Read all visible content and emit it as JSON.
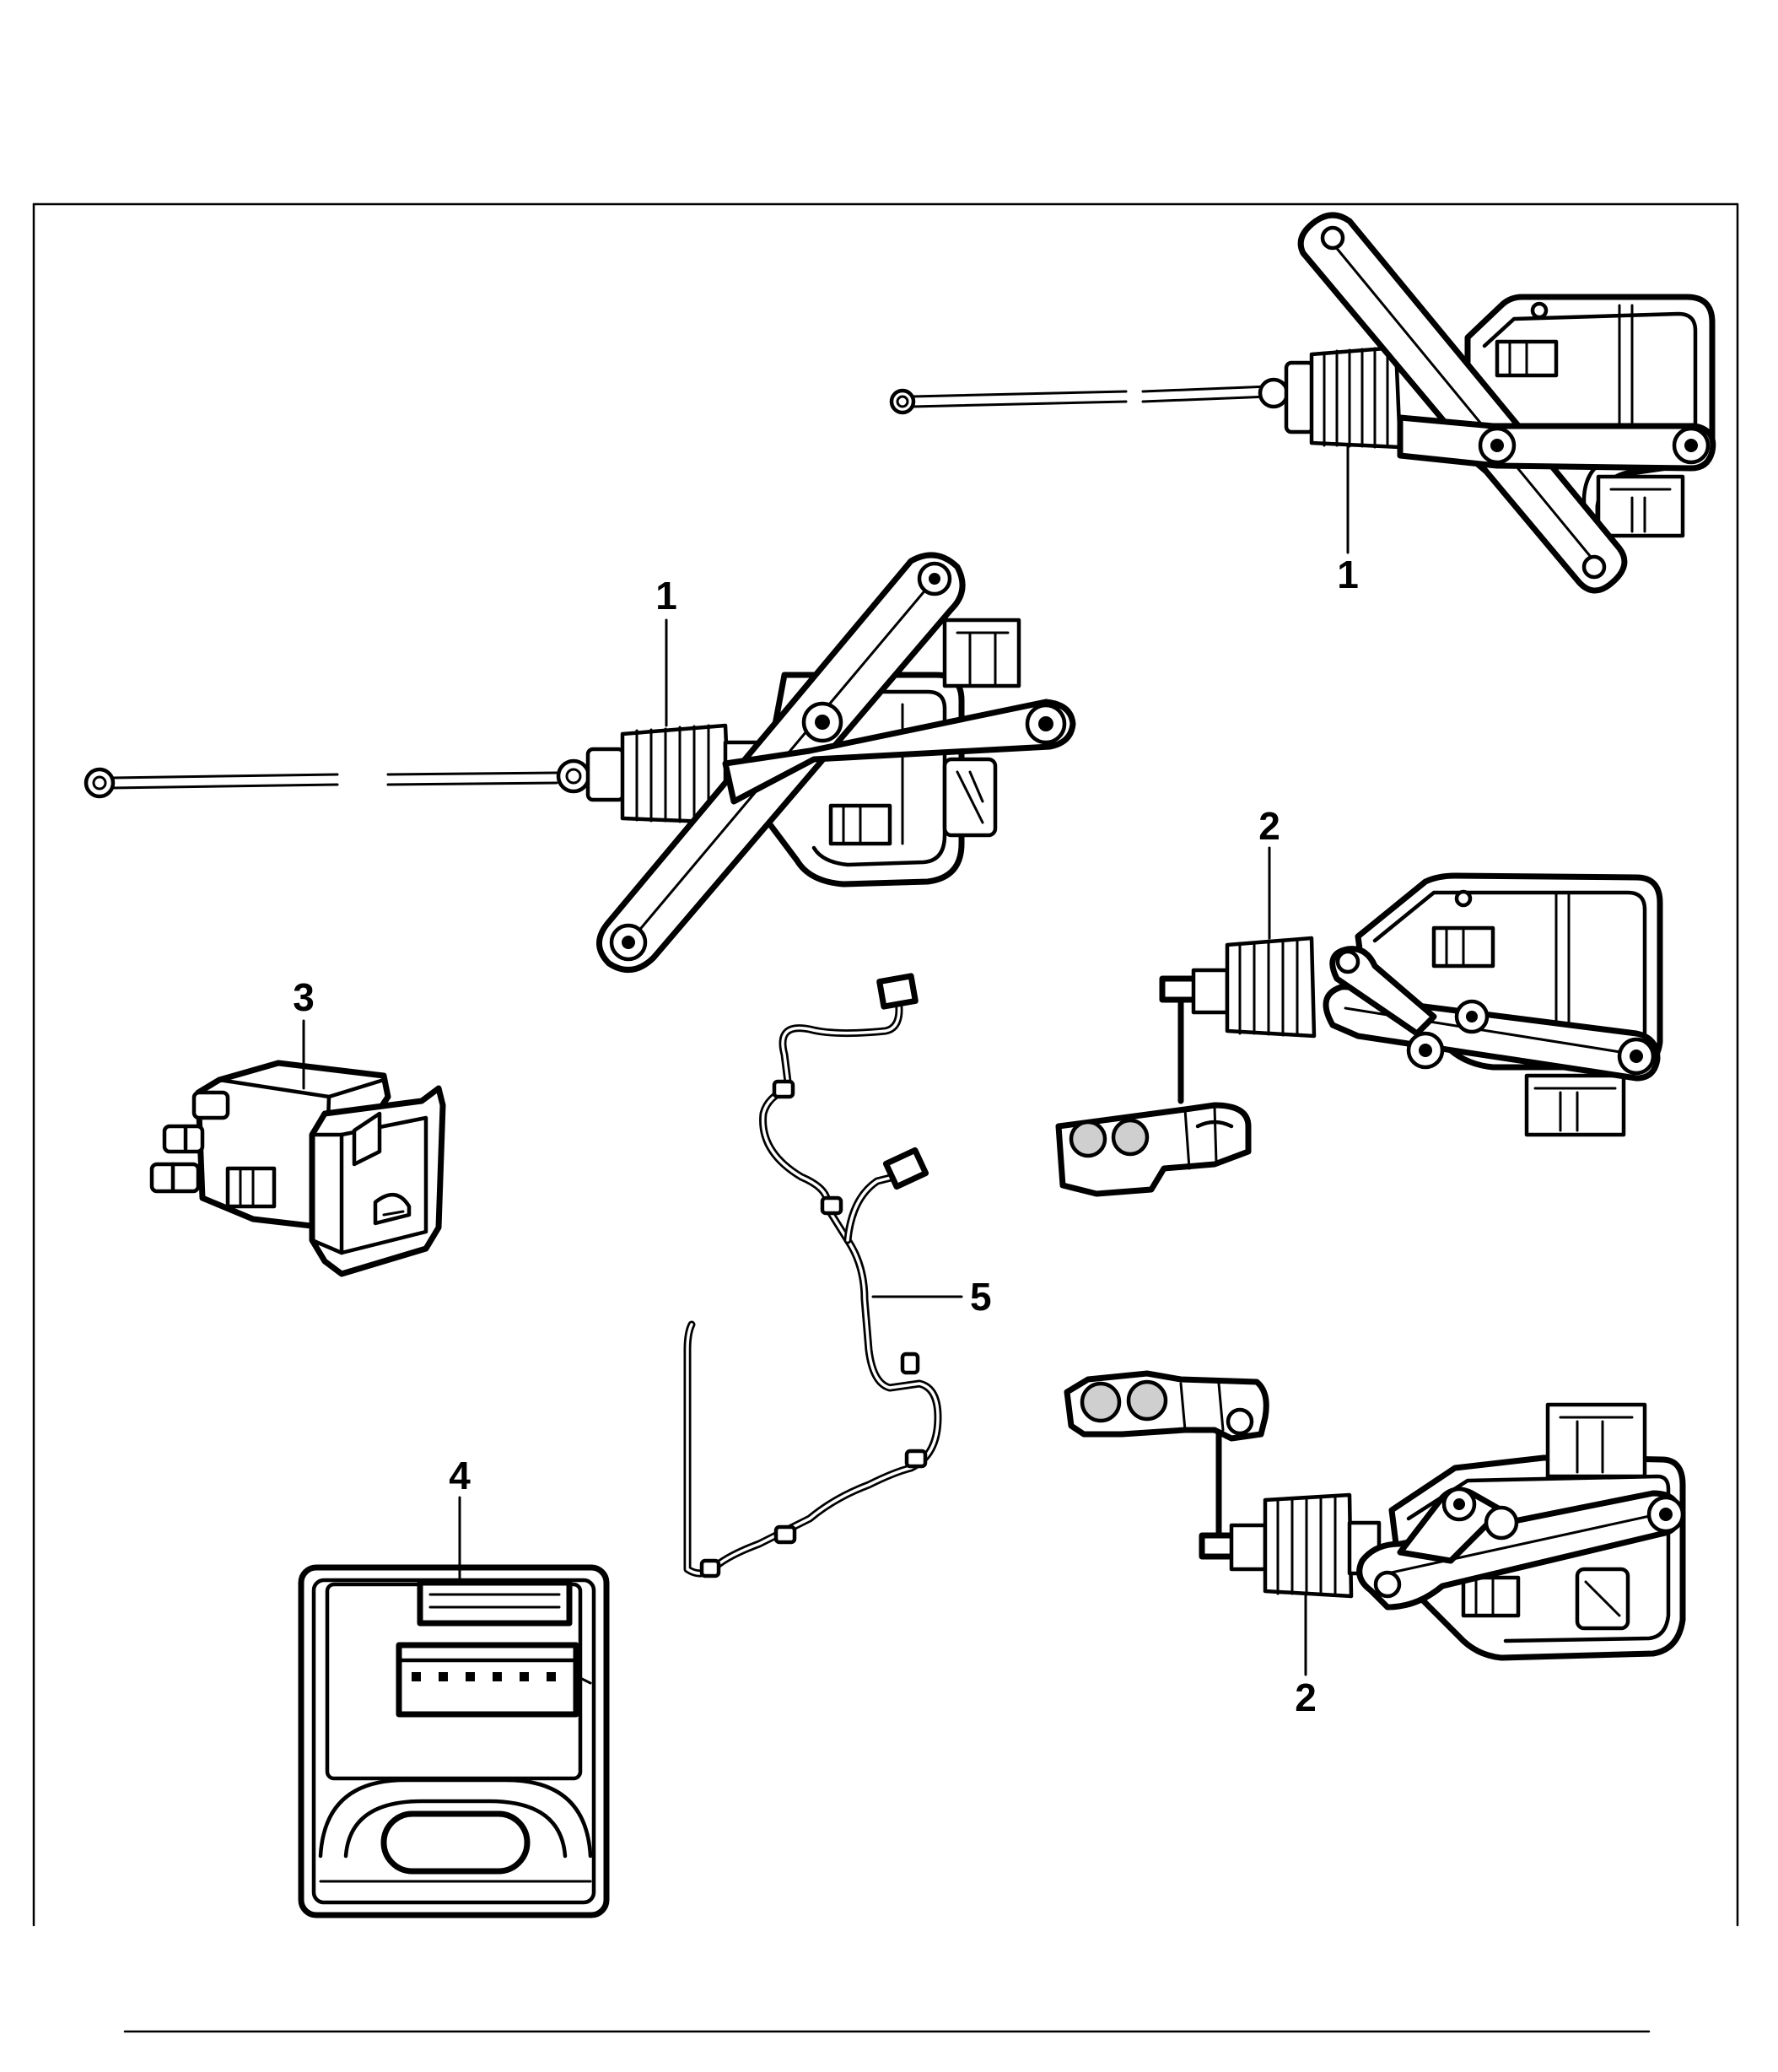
{
  "callouts": [
    {
      "id": "actuator-upper-right",
      "label": "1"
    },
    {
      "id": "actuator-middle-left",
      "label": "1"
    },
    {
      "id": "actuator-linkage-upper",
      "label": "2"
    },
    {
      "id": "actuator-linkage-lower",
      "label": "2"
    },
    {
      "id": "switch",
      "label": "3"
    },
    {
      "id": "control-module",
      "label": "4"
    },
    {
      "id": "wiring-harness",
      "label": "5"
    }
  ]
}
